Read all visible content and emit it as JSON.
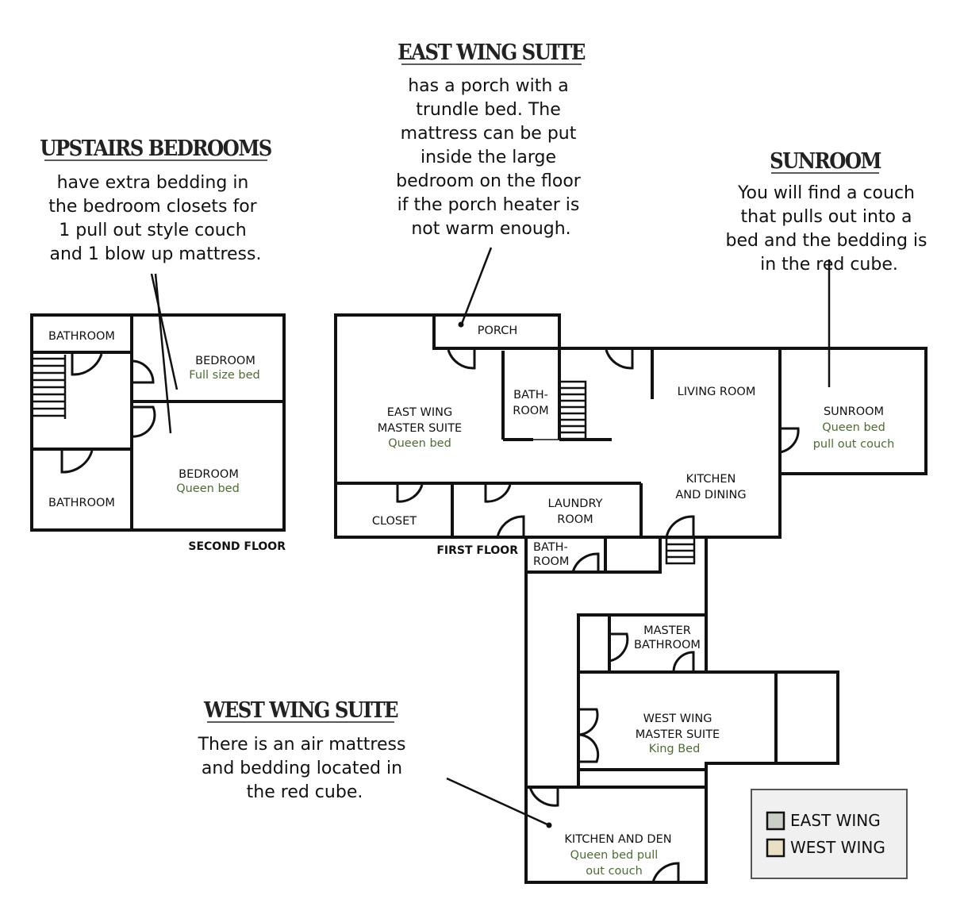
{
  "colors": {
    "east_wing": "#c9cec6",
    "west_wing": "#e8dfc4",
    "bed_text": "#4d6b32"
  },
  "annotations": {
    "upstairs": {
      "title": "UPSTAIRS BEDROOMS",
      "lines": [
        "have extra bedding in",
        "the bedroom closets for",
        "1 pull out style couch",
        "and 1 blow up mattress."
      ]
    },
    "east_wing": {
      "title": "EAST WING SUITE",
      "lines": [
        "has a porch with a",
        "trundle bed. The",
        "mattress can be put",
        "inside the large",
        "bedroom on the floor",
        "if the porch heater is",
        "not warm enough."
      ]
    },
    "sunroom": {
      "title": "SUNROOM",
      "lines": [
        "You will find a couch",
        "that pulls out into a",
        "bed and the bedding is",
        "in the red cube."
      ]
    },
    "west_wing": {
      "title": "WEST WING SUITE",
      "lines": [
        "There is an air mattress",
        "and bedding located in",
        "the red cube."
      ]
    }
  },
  "second_floor": {
    "label": "SECOND FLOOR",
    "rooms": {
      "bathroom_top": "BATHROOM",
      "bathroom_bottom": "BATHROOM",
      "bedroom_top": {
        "name": "BEDROOM",
        "bed": "Full size bed"
      },
      "bedroom_bottom": {
        "name": "BEDROOM",
        "bed": "Queen bed"
      }
    }
  },
  "first_floor": {
    "label": "FIRST FLOOR",
    "rooms": {
      "porch": "PORCH",
      "bathroom": [
        "BATH-",
        "ROOM"
      ],
      "east_suite": {
        "name": [
          "EAST WING",
          "MASTER SUITE"
        ],
        "bed": "Queen bed"
      },
      "living": "LIVING ROOM",
      "sunroom": {
        "name": "SUNROOM",
        "bed": [
          "Queen bed",
          "pull out couch"
        ]
      },
      "kitchen_dining": [
        "KITCHEN",
        "AND DINING"
      ],
      "closet": "CLOSET",
      "laundry": [
        "LAUNDRY",
        "ROOM"
      ]
    }
  },
  "west_wing": {
    "rooms": {
      "bathroom": [
        "BATH-",
        "ROOM"
      ],
      "master_bath": [
        "MASTER",
        "BATHROOM"
      ],
      "suite": {
        "name": [
          "WEST WING",
          "MASTER SUITE"
        ],
        "bed": "King Bed"
      },
      "kitchen_den": {
        "name": "KITCHEN AND DEN",
        "bed": [
          "Queen bed pull",
          "out couch"
        ]
      }
    }
  },
  "legend": {
    "east": "EAST WING",
    "west": "WEST WING"
  }
}
